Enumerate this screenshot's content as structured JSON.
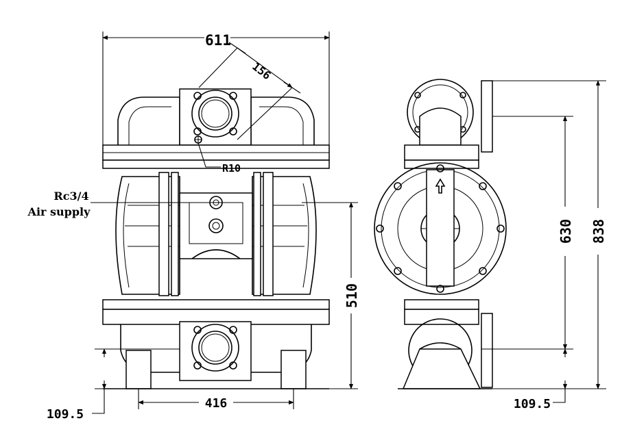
{
  "dimensions": {
    "overall_width": "611",
    "port_angle_len": "156",
    "radius_label": "R10",
    "air_height": "510",
    "port_spacing": "416",
    "inlet_height_left": "109.5",
    "inlet_height_right": "109.5",
    "port_span": "630",
    "overall_height": "838"
  },
  "labels": {
    "air_connection": "Rc3/4",
    "air_supply": "Air supply"
  }
}
